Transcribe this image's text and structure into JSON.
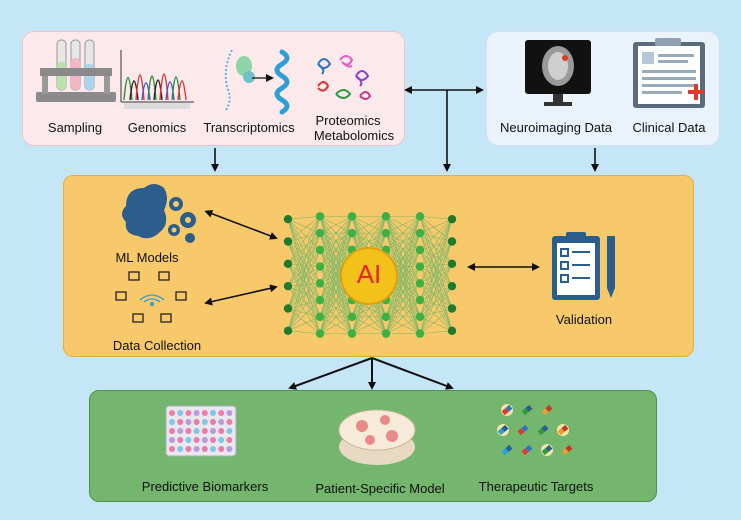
{
  "omics": {
    "sampling": "Sampling",
    "genomics": "Genomics",
    "transcriptomics": "Transcriptomics",
    "proteomics": "Proteomics",
    "metabolomics": "Metabolomics"
  },
  "clinical": {
    "neuroimaging": "Neuroimaging Data",
    "clinical_data": "Clinical Data"
  },
  "ai_panel": {
    "center_label": "AI",
    "ml_models": "ML Models",
    "data_collection": "Data Collection",
    "validation": "Validation"
  },
  "outputs": {
    "biomarkers": "Predictive Biomarkers",
    "patient_model": "Patient-Specific Model",
    "targets": "Therapeutic Targets"
  },
  "colors": {
    "background": "#c5e6f7",
    "omics_panel": "#fbe9ec",
    "clinical_panel": "#eaf3fb",
    "ai_panel": "#f7c96a",
    "output_panel": "#74b66d",
    "ai_node": "#f2c21b",
    "ai_text": "#e0271c",
    "network_node": "#3cb043"
  }
}
